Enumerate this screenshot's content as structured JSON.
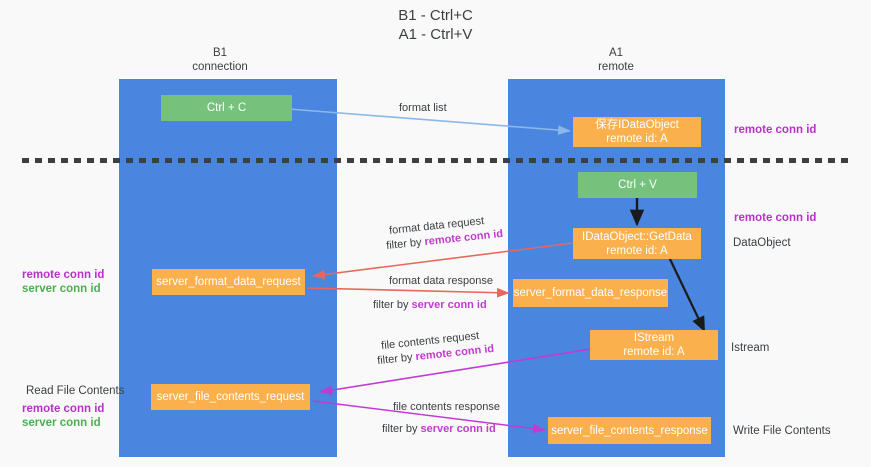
{
  "title": "B1 - Ctrl+C\nA1 - Ctrl+V",
  "lanes": [
    {
      "name": "lane-b1",
      "header": "B1\nconnection"
    },
    {
      "name": "lane-a1",
      "header": "A1\nremote"
    }
  ],
  "nodes": {
    "ctrl_c": "Ctrl + C",
    "save_dataobject": "保存IDataObject\nremote id: A",
    "ctrl_v": "Ctrl + V",
    "getdata": "IDataObject::GetData\nremote id: A",
    "server_format_data_request": "server_format_data_request",
    "server_format_data_response": "server_format_data_response",
    "istream": "IStream\nremote id: A",
    "server_file_contents_request": "server_file_contents_request",
    "server_file_contents_response": "server_file_contents_response"
  },
  "edge_labels": {
    "format_list": "format list",
    "format_data_request": "format data request",
    "format_data_request_filter_prefix": "filter by ",
    "format_data_request_filter_key": "remote conn id",
    "format_data_response": "format data response",
    "format_data_response_filter_prefix": "filter by ",
    "format_data_response_filter_key": "server conn id",
    "file_contents_request": "file contents request",
    "file_contents_request_filter_prefix": "filter by ",
    "file_contents_request_filter_key": "remote conn id",
    "file_contents_response": "file contents response",
    "file_contents_response_filter_prefix": "filter by ",
    "file_contents_response_filter_key": "server conn id"
  },
  "annotations": {
    "right_remote_conn_id_top": "remote conn id",
    "right_remote_conn_id_mid": "remote conn id",
    "right_dataobject": "DataObject",
    "right_istream": "Istream",
    "right_write_file_contents": "Write File Contents",
    "left_remote_conn_id": "remote conn id",
    "left_server_conn_id": "server conn id",
    "left_read_file_contents": "Read File Contents",
    "left_remote_conn_id_2": "remote conn id",
    "left_server_conn_id_2": "server conn id"
  },
  "colors": {
    "lane": "#4a86e0",
    "node_green": "#76c17c",
    "node_orange": "#fbb04e",
    "accent_purple": "#b832c8",
    "accent_green": "#4caf50",
    "wire_blue": "#8ab8e8",
    "wire_red": "#e8675a",
    "wire_magenta": "#c23bd0",
    "wire_black": "#1a1a1a",
    "background": "#f9f9f9"
  }
}
